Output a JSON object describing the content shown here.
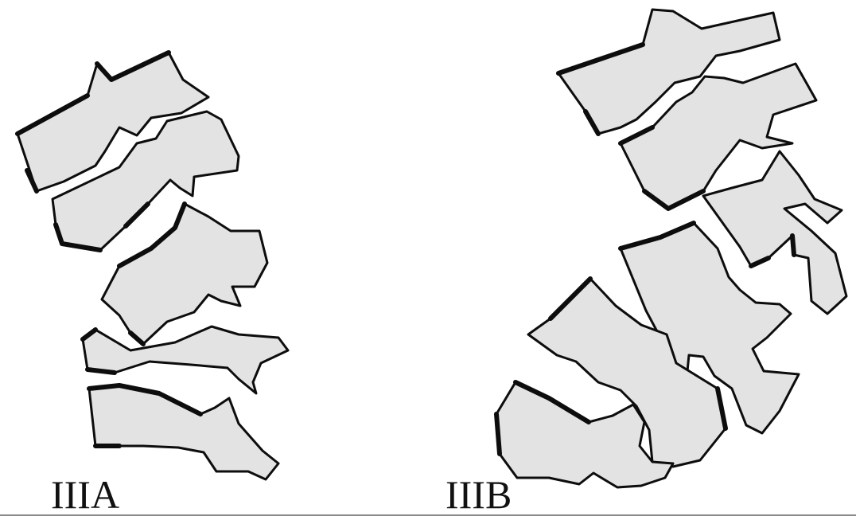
{
  "figure": {
    "panels": [
      {
        "id": "a",
        "label": "IIIA"
      },
      {
        "id": "b",
        "label": "IIIB"
      }
    ],
    "colors": {
      "vertebra_fill": "#e3e3e3",
      "outline": "#0d0d0d",
      "baseline": "#8a8a8a",
      "background": "#ffffff"
    }
  }
}
